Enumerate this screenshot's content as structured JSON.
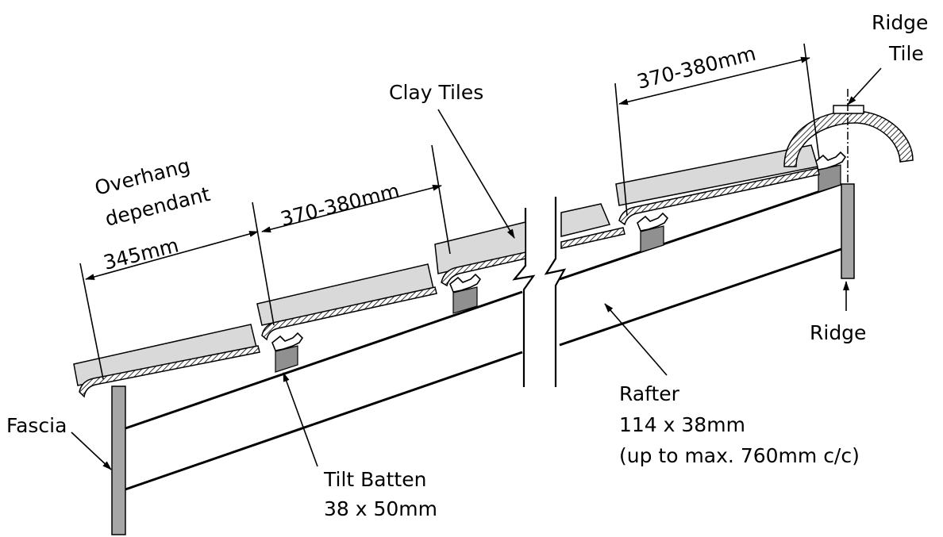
{
  "labels": {
    "ridge_tile_line1": "Ridge",
    "ridge_tile_line2": "Tile",
    "clay_tiles": "Clay Tiles",
    "overhang_line1": "Overhang",
    "overhang_line2": "dependant",
    "dim_345": "345mm",
    "dim_370_left": "370-380mm",
    "dim_370_right": "370-380mm",
    "fascia": "Fascia",
    "tilt_batten_line1": "Tilt Batten",
    "tilt_batten_line2": "38 x 50mm",
    "rafter_line1": "Rafter",
    "rafter_line2": "114 x 38mm",
    "rafter_line3": "(up to max. 760mm c/c)",
    "ridge": "Ridge"
  },
  "colors": {
    "tile_fill": "#d9d9d9",
    "post_fill": "#a6a6a6",
    "batten_fill": "#909090",
    "stroke": "#000000"
  }
}
